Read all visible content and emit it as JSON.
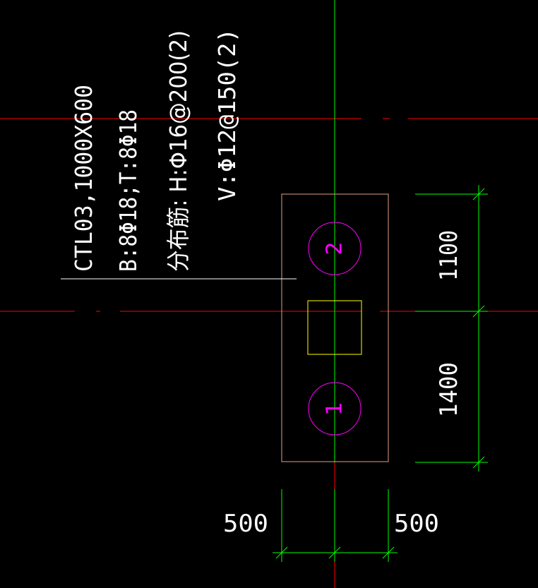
{
  "annotation": {
    "line1": "CTL03,1000X600",
    "line2": "B:8Φ18;T:8Φ18",
    "line3": "分布筋: H:Φ16@200(2)",
    "line4": "V:Φ12@150(2)"
  },
  "piles": [
    {
      "label": "2"
    },
    {
      "label": "1"
    }
  ],
  "dimensions": {
    "vertical_top": "1100",
    "vertical_bottom": "1400",
    "horizontal_left": "500",
    "horizontal_right": "500"
  },
  "colors": {
    "background": "#000000",
    "axis_red": "#ff0000",
    "axis_green": "#00ff00",
    "cap_outline": "#e0a080",
    "pile_magenta": "#ff00ff",
    "column_yellow": "#ffff00",
    "text_white": "#ffffff",
    "dim_green": "#00ff00"
  }
}
